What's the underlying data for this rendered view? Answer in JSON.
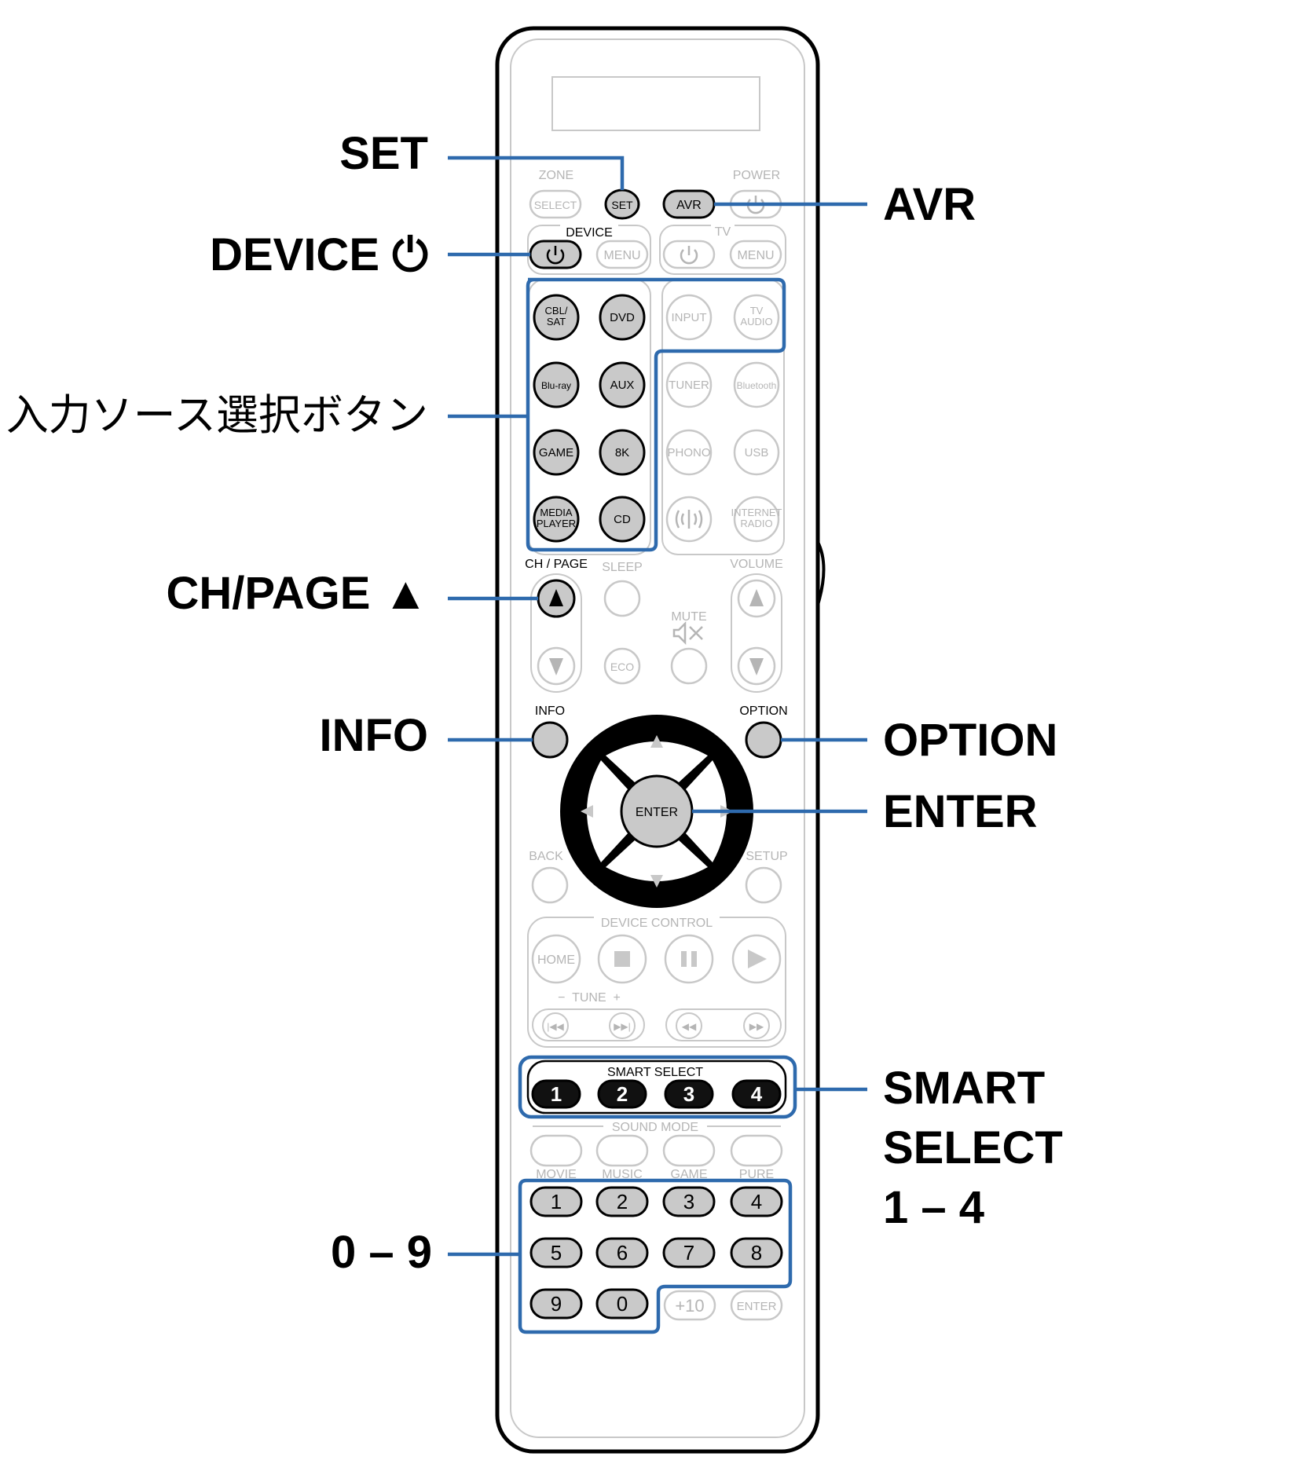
{
  "colors": {
    "outline": "#000000",
    "light_stroke": "#c8c8c8",
    "light_text": "#b5b5b5",
    "highlight_fill": "#c9c9c9",
    "callout_line": "#2e6aad",
    "dark_fill": "#111111"
  },
  "callouts": {
    "set": "SET",
    "device": "DEVICE ⏻",
    "input_source": "入力ソース選択ボタン",
    "ch_page": "CH/PAGE ▲",
    "info": "INFO",
    "zero_nine": "0 – 9",
    "avr": "AVR",
    "option": "OPTION",
    "enter": "ENTER",
    "smart_select": [
      "SMART",
      "SELECT",
      "1 – 4"
    ]
  },
  "remote": {
    "zone": "ZONE",
    "select": "SELECT",
    "set": "SET",
    "avr": "AVR",
    "power": "POWER",
    "device": "DEVICE",
    "menu": "MENU",
    "tv": "TV",
    "tv_menu": "MENU",
    "sources_left": [
      [
        "CBL/",
        "SAT"
      ],
      [
        "DVD"
      ],
      [
        "Blu-ray"
      ],
      [
        "AUX"
      ],
      [
        "GAME"
      ],
      [
        "8K"
      ],
      [
        "MEDIA",
        "PLAYER"
      ],
      [
        "CD"
      ]
    ],
    "sources_right": [
      [
        "INPUT"
      ],
      [
        "TV",
        "AUDIO"
      ],
      [
        "TUNER"
      ],
      [
        "Bluetooth"
      ],
      [
        "PHONO"
      ],
      [
        "USB"
      ],
      [
        ""
      ],
      [
        "INTERNET",
        "RADIO"
      ]
    ],
    "ch_page": "CH / PAGE",
    "sleep": "SLEEP",
    "volume": "VOLUME",
    "mute": "MUTE",
    "eco": "ECO",
    "info": "INFO",
    "option": "OPTION",
    "enter": "ENTER",
    "back": "BACK",
    "setup": "SETUP",
    "device_control": "DEVICE CONTROL",
    "home": "HOME",
    "tune": "−  TUNE  +",
    "smart_select": "SMART SELECT",
    "smart_numbers": [
      "1",
      "2",
      "3",
      "4"
    ],
    "sound_mode": "SOUND MODE",
    "sound_modes": [
      "MOVIE",
      "MUSIC",
      "GAME",
      "PURE"
    ],
    "numbers": [
      "1",
      "2",
      "3",
      "4",
      "5",
      "6",
      "7",
      "8",
      "9",
      "0"
    ],
    "plus10": "+10",
    "num_enter": "ENTER"
  }
}
